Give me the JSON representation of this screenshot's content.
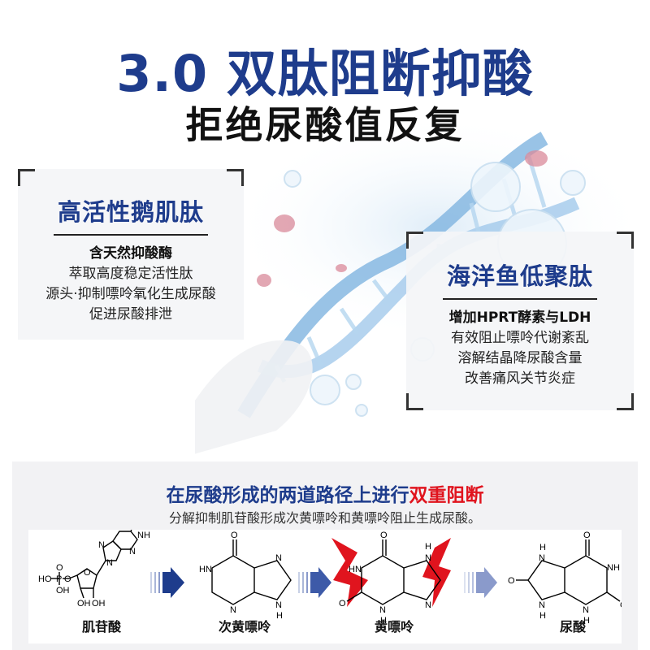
{
  "header": {
    "title": "3.0 双肽阻断抑酸",
    "subtitle": "拒绝尿酸值反复"
  },
  "left_card": {
    "title": "高活性鹅肌肽",
    "lead": "含天然抑酸酶",
    "lines": [
      "萃取高度稳定活性肽",
      "源头·抑制嘌呤氧化生成尿酸",
      "促进尿酸排泄"
    ]
  },
  "right_card": {
    "title": "海洋鱼低聚肽",
    "lead": "增加HPRT酵素与LDH",
    "lines": [
      "有效阻止嘌呤代谢紊乱",
      "溶解结晶降尿酸含量",
      "改善痛风关节炎症"
    ]
  },
  "pathway": {
    "title_main": "在尿酸形成的两道路径上进行",
    "title_highlight": "双重阻断",
    "subtitle": "分解抑制肌苷酸形成次黄嘌呤和黄嘌呤阻止生成尿酸。",
    "molecules": [
      {
        "name": "肌苷酸",
        "atoms": [
          "O",
          "NH",
          "N",
          "N",
          "N",
          "HO",
          "P",
          "O",
          "OH",
          "O",
          "O",
          "OH",
          "OH"
        ]
      },
      {
        "name": "次黄嘌呤",
        "atoms": [
          "O",
          "HN",
          "N",
          "N",
          "N",
          "H"
        ]
      },
      {
        "name": "黄嘌呤",
        "atoms": [
          "O",
          "HN",
          "O",
          "N",
          "H",
          "H",
          "N",
          "N"
        ],
        "blocked": true
      },
      {
        "name": "尿酸",
        "atoms": [
          "O",
          "NH",
          "O",
          "N",
          "H",
          "H",
          "N",
          "H",
          "N",
          "H",
          "O"
        ]
      }
    ],
    "colors": {
      "arrow": "#1e3c8c",
      "block": "#e0141e"
    }
  }
}
